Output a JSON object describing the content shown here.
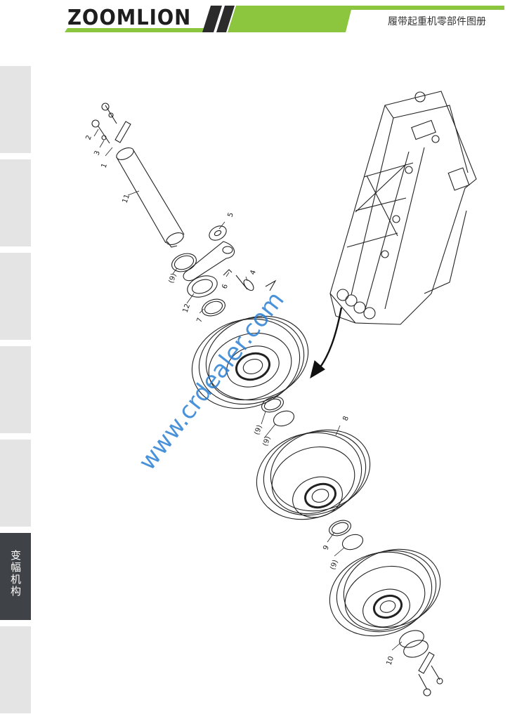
{
  "header": {
    "logo_text": "ZOOMLION",
    "title": "履带起重机零部件图册",
    "brand_green": "#8cc63f",
    "brand_dark": "#2b2b2b"
  },
  "side_tabs": [
    {
      "label": "",
      "active": false
    },
    {
      "label": "",
      "active": false
    },
    {
      "label": "",
      "active": false
    },
    {
      "label": "",
      "active": false
    },
    {
      "label": "",
      "active": false
    },
    {
      "label": "变幅机构",
      "active": true
    },
    {
      "label": "",
      "active": false
    }
  ],
  "callouts": {
    "c1": "1",
    "c2": "2",
    "c3": "3",
    "c4": "4",
    "c5": "5",
    "c6": "6",
    "c7": "7",
    "c8": "8",
    "c9a": "(9)",
    "c9b": "(9)",
    "c9c": "(9)",
    "c9d": "9",
    "c9e": "(9)",
    "c10": "10",
    "c11": "11",
    "c12": "12"
  },
  "watermark": "www.crdealer.com"
}
